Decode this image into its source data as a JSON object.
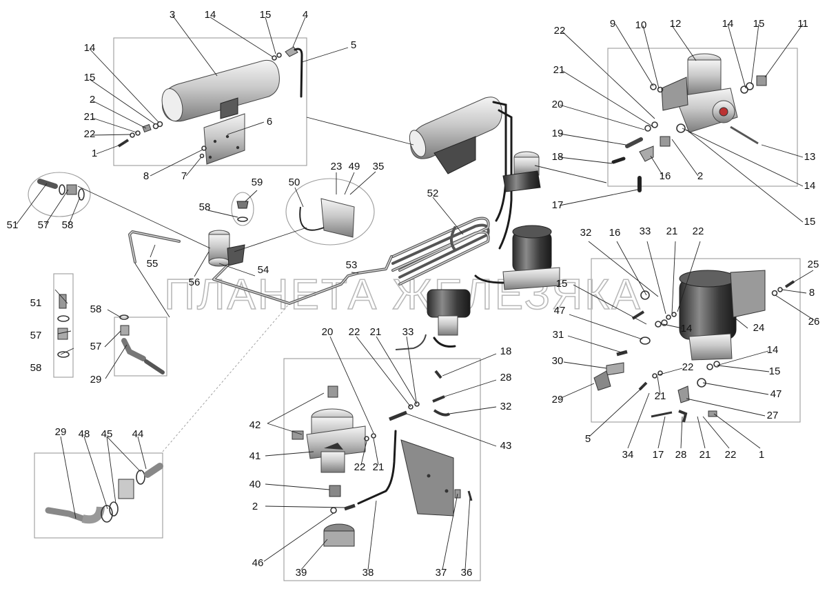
{
  "watermark": "ПЛАНЕТА ЖЕЛЕЗЯКА",
  "callouts": [
    {
      "id": "c-3",
      "text": "3"
    },
    {
      "id": "c-14a",
      "text": "14"
    },
    {
      "id": "c-15a",
      "text": "15"
    },
    {
      "id": "c-4",
      "text": "4"
    },
    {
      "id": "c-5a",
      "text": "5"
    },
    {
      "id": "c-14b",
      "text": "14"
    },
    {
      "id": "c-15b",
      "text": "15"
    },
    {
      "id": "c-2a",
      "text": "2"
    },
    {
      "id": "c-21a",
      "text": "21"
    },
    {
      "id": "c-22a",
      "text": "22"
    },
    {
      "id": "c-1a",
      "text": "1"
    },
    {
      "id": "c-6",
      "text": "6"
    },
    {
      "id": "c-8a",
      "text": "8"
    },
    {
      "id": "c-7",
      "text": "7"
    },
    {
      "id": "c-22b",
      "text": "22"
    },
    {
      "id": "c-9",
      "text": "9"
    },
    {
      "id": "c-10",
      "text": "10"
    },
    {
      "id": "c-12",
      "text": "12"
    },
    {
      "id": "c-14c",
      "text": "14"
    },
    {
      "id": "c-15c",
      "text": "15"
    },
    {
      "id": "c-11",
      "text": "11"
    },
    {
      "id": "c-21b",
      "text": "21"
    },
    {
      "id": "c-20a",
      "text": "20"
    },
    {
      "id": "c-19",
      "text": "19"
    },
    {
      "id": "c-13",
      "text": "13"
    },
    {
      "id": "c-18a",
      "text": "18"
    },
    {
      "id": "c-16a",
      "text": "16"
    },
    {
      "id": "c-2b",
      "text": "2"
    },
    {
      "id": "c-14d",
      "text": "14"
    },
    {
      "id": "c-17a",
      "text": "17"
    },
    {
      "id": "c-15d",
      "text": "15"
    },
    {
      "id": "c-23",
      "text": "23"
    },
    {
      "id": "c-49",
      "text": "49"
    },
    {
      "id": "c-35",
      "text": "35"
    },
    {
      "id": "c-59",
      "text": "59"
    },
    {
      "id": "c-50",
      "text": "50"
    },
    {
      "id": "c-58a",
      "text": "58"
    },
    {
      "id": "c-52",
      "text": "52"
    },
    {
      "id": "c-51a",
      "text": "51"
    },
    {
      "id": "c-57a",
      "text": "57"
    },
    {
      "id": "c-58b",
      "text": "58"
    },
    {
      "id": "c-55",
      "text": "55"
    },
    {
      "id": "c-54",
      "text": "54"
    },
    {
      "id": "c-56",
      "text": "56"
    },
    {
      "id": "c-53",
      "text": "53"
    },
    {
      "id": "c-32a",
      "text": "32"
    },
    {
      "id": "c-16b",
      "text": "16"
    },
    {
      "id": "c-33a",
      "text": "33"
    },
    {
      "id": "c-21c",
      "text": "21"
    },
    {
      "id": "c-22c",
      "text": "22"
    },
    {
      "id": "c-25",
      "text": "25"
    },
    {
      "id": "c-8b",
      "text": "8"
    },
    {
      "id": "c-26",
      "text": "26"
    },
    {
      "id": "c-15e",
      "text": "15"
    },
    {
      "id": "c-24",
      "text": "24"
    },
    {
      "id": "c-47a",
      "text": "47"
    },
    {
      "id": "c-14e",
      "text": "14"
    },
    {
      "id": "c-31",
      "text": "31"
    },
    {
      "id": "c-14f",
      "text": "14"
    },
    {
      "id": "c-30",
      "text": "30"
    },
    {
      "id": "c-22d",
      "text": "22"
    },
    {
      "id": "c-15f",
      "text": "15"
    },
    {
      "id": "c-29a",
      "text": "29"
    },
    {
      "id": "c-21d",
      "text": "21"
    },
    {
      "id": "c-47b",
      "text": "47"
    },
    {
      "id": "c-27",
      "text": "27"
    },
    {
      "id": "c-5b",
      "text": "5"
    },
    {
      "id": "c-34",
      "text": "34"
    },
    {
      "id": "c-17b",
      "text": "17"
    },
    {
      "id": "c-28a",
      "text": "28"
    },
    {
      "id": "c-21e",
      "text": "21"
    },
    {
      "id": "c-22e",
      "text": "22"
    },
    {
      "id": "c-1b",
      "text": "1"
    },
    {
      "id": "c-51b",
      "text": "51"
    },
    {
      "id": "c-57b",
      "text": "57"
    },
    {
      "id": "c-58c",
      "text": "58"
    },
    {
      "id": "c-58d",
      "text": "58"
    },
    {
      "id": "c-57c",
      "text": "57"
    },
    {
      "id": "c-29b",
      "text": "29"
    },
    {
      "id": "c-20b",
      "text": "20"
    },
    {
      "id": "c-22f",
      "text": "22"
    },
    {
      "id": "c-21f",
      "text": "21"
    },
    {
      "id": "c-33b",
      "text": "33"
    },
    {
      "id": "c-18b",
      "text": "18"
    },
    {
      "id": "c-28b",
      "text": "28"
    },
    {
      "id": "c-32b",
      "text": "32"
    },
    {
      "id": "c-42",
      "text": "42"
    },
    {
      "id": "c-43",
      "text": "43"
    },
    {
      "id": "c-41",
      "text": "41"
    },
    {
      "id": "c-22g",
      "text": "22"
    },
    {
      "id": "c-21g",
      "text": "21"
    },
    {
      "id": "c-40",
      "text": "40"
    },
    {
      "id": "c-2c",
      "text": "2"
    },
    {
      "id": "c-46",
      "text": "46"
    },
    {
      "id": "c-39",
      "text": "39"
    },
    {
      "id": "c-38",
      "text": "38"
    },
    {
      "id": "c-37",
      "text": "37"
    },
    {
      "id": "c-36",
      "text": "36"
    },
    {
      "id": "c-29c",
      "text": "29"
    },
    {
      "id": "c-48",
      "text": "48"
    },
    {
      "id": "c-45",
      "text": "45"
    },
    {
      "id": "c-44",
      "text": "44"
    }
  ]
}
